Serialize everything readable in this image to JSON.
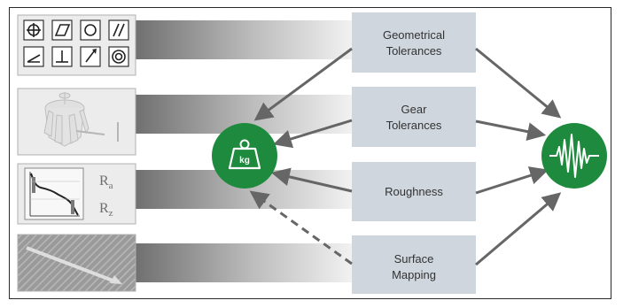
{
  "boxes": {
    "geometrical": {
      "line1": "Geometrical",
      "line2": "Tolerances"
    },
    "gear": {
      "line1": "Gear",
      "line2": "Tolerances"
    },
    "roughness": {
      "line1": "Roughness"
    },
    "surface": {
      "line1": "Surface",
      "line2": "Mapping"
    }
  },
  "roughness_params": {
    "ra_base": "R",
    "ra_sub": "a",
    "rz_base": "R",
    "rz_sub": "z"
  },
  "weight_icon_label": "kg",
  "icons": {
    "tolerance_symbols": [
      "position-icon",
      "flatness-icon",
      "circularity-icon",
      "parallelism-icon",
      "angularity-icon",
      "perpendicularity-icon",
      "runout-icon",
      "concentricity-icon"
    ],
    "gear_panel": "gear-icon",
    "roughness_panel": "roughness-profile-icon",
    "surface_panel": "surface-texture-icon",
    "left_node": "weight-icon",
    "right_node": "vibration-signal-icon"
  },
  "colors": {
    "node_green": "#1e8a3d",
    "box_fill": "#cfd6de",
    "arrow_gray": "#666666",
    "panel_fill": "#ececec"
  }
}
